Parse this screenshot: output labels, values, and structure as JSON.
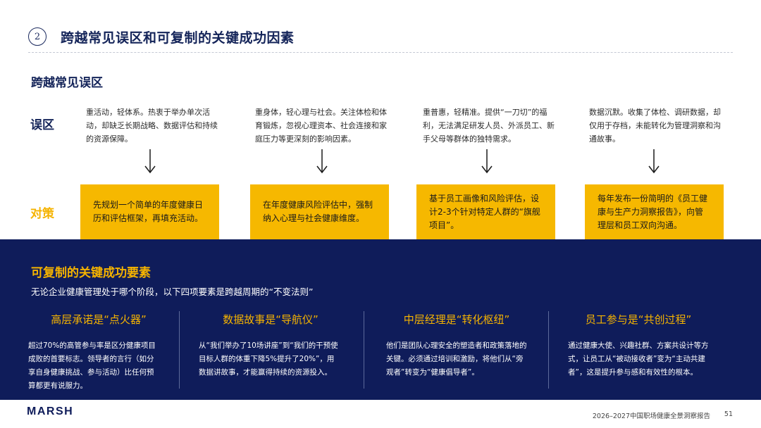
{
  "header": {
    "number": "2",
    "title": "跨越常见误区和可复制的关键成功因素"
  },
  "section1": {
    "title": "跨越常见误区",
    "myth_label": "误区",
    "fix_label": "对策",
    "myths": [
      "重活动，轻体系。热衷于举办单次活动，却缺乏长期战略、数据评估和持续的资源保障。",
      "重身体，轻心理与社会。关注体检和体育锻炼，忽视心理资本、社会连接和家庭压力等更深刻的影响因素。",
      "重普惠，轻精准。提供“一刀切”的福利，无法满足研发人员、外派员工、新手父母等群体的独特需求。",
      "数据沉默。收集了体检、调研数据，却仅用于存档，未能转化为管理洞察和沟通故事。"
    ],
    "fixes": [
      "先规划一个简单的年度健康日历和评估框架，再填充活动。",
      "在年度健康风险评估中，强制纳入心理与社会健康维度。",
      "基于员工画像和风险评估，设计2-3个针对特定人群的“旗舰项目”。",
      "每年发布一份简明的《员工健康与生产力洞察报告》，向管理层和员工双向沟通。"
    ]
  },
  "section2": {
    "title": "可复制的关键成功要素",
    "subtitle": "无论企业健康管理处于哪个阶段，以下四项要素是跨越周期的“不变法则”",
    "columns": [
      {
        "title": "高层承诺是“点火器”",
        "text": "超过70%的高管参与率是区分健康项目成败的首要标志。领导者的言行（如分享自身健康挑战、参与活动）比任何预算都更有说服力。"
      },
      {
        "title": "数据故事是“导航仪”",
        "text": "从“我们举办了10场讲座”到“我们的干预使目标人群的体重下降5%提升了20%”，用数据讲故事，才能赢得持续的资源投入。"
      },
      {
        "title": "中层经理是“转化枢纽”",
        "text": "他们是团队心理安全的塑造者和政策落地的关键。必须通过培训和激励，将他们从“旁观者”转变为“健康倡导者”。"
      },
      {
        "title": "员工参与是“共创过程”",
        "text": "通过健康大使、兴趣社群、方案共设计等方式，让员工从“被动接收者”变为“主动共建者”，这是提升参与感和有效性的根本。"
      }
    ]
  },
  "footer": {
    "logo": "MARSH",
    "report": "2026–2027中国职场健康全景洞察报告",
    "page": "51"
  },
  "colors": {
    "navy": "#0f1c5a",
    "accent_yellow": "#f6b800",
    "title_blue": "#142459"
  }
}
